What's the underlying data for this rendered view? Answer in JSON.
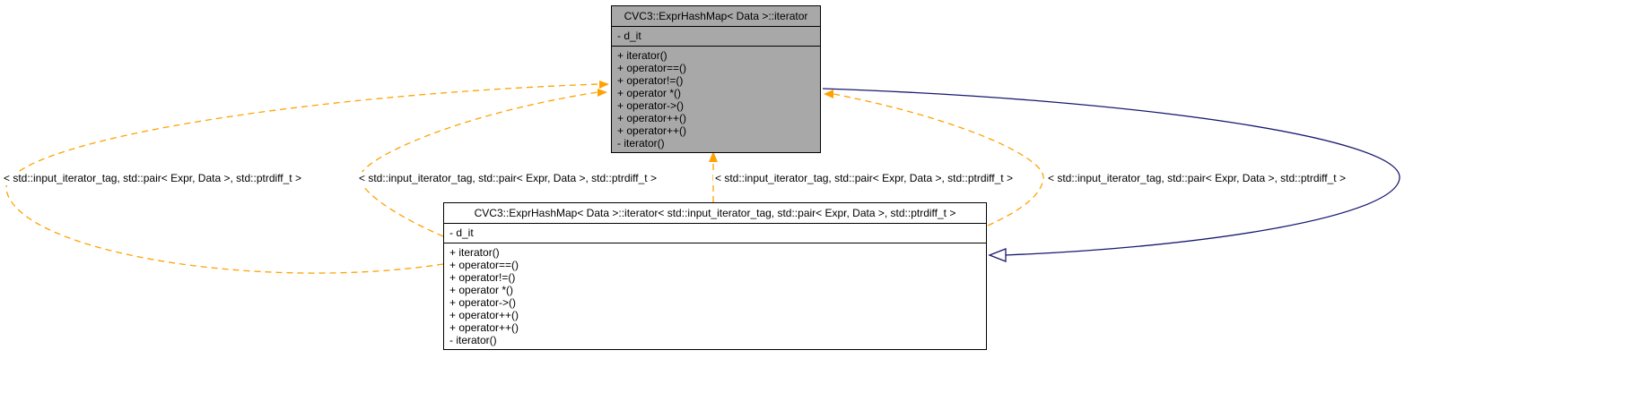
{
  "diagram": {
    "template_class": {
      "title": "CVC3::ExprHashMap< Data >::iterator",
      "attributes": [
        "- d_it"
      ],
      "methods": [
        "+ iterator()",
        "+ operator==()",
        "+ operator!=()",
        "+ operator *()",
        "+ operator->()",
        "+ operator++()",
        "+ operator++()",
        "- iterator()"
      ]
    },
    "instance_class": {
      "title": "CVC3::ExprHashMap< Data >::iterator< std::input_iterator_tag, std::pair< Expr, Data >, std::ptrdiff_t >",
      "attributes": [
        "- d_it"
      ],
      "methods": [
        "+ iterator()",
        "+ operator==()",
        "+ operator!=()",
        "+ operator *()",
        "+ operator->()",
        "+ operator++()",
        "+ operator++()",
        "- iterator()"
      ]
    },
    "edge_labels": [
      "< std::input_iterator_tag, std::pair< Expr, Data >, std::ptrdiff_t >",
      "< std::input_iterator_tag, std::pair< Expr, Data >, std::ptrdiff_t >",
      "< std::input_iterator_tag, std::pair< Expr, Data >, std::ptrdiff_t >",
      "< std::input_iterator_tag, std::pair< Expr, Data >, std::ptrdiff_t >"
    ],
    "colors": {
      "template_box_fill": "#a8a8a8",
      "instance_box_fill": "#ffffff",
      "box_border": "#000000",
      "template_edge": "#ffa200",
      "inheritance_edge": "#191970"
    }
  }
}
